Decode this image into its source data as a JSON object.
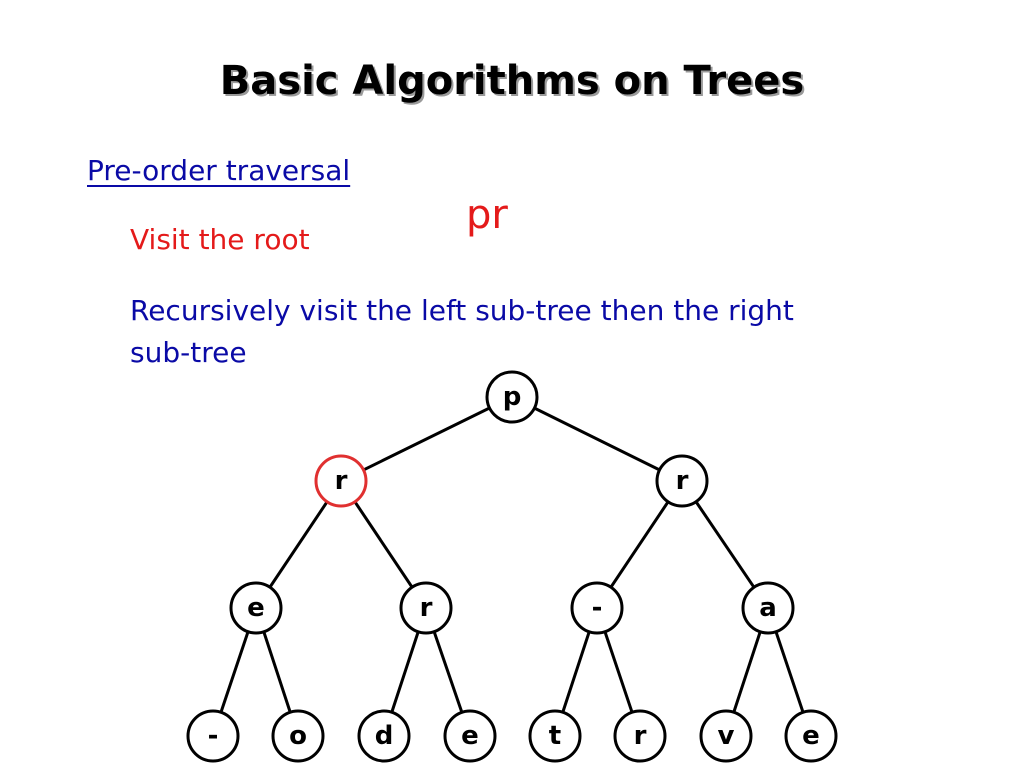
{
  "slide": {
    "title": "Basic Algorithms on Trees",
    "section_heading": "Pre-order traversal",
    "steps": [
      "Visit the root",
      "Recursively visit the left sub-tree then the right sub-tree"
    ],
    "traversal_output": "pr"
  },
  "tree": {
    "nodes": [
      {
        "id": "n0",
        "label": "p"
      },
      {
        "id": "n1",
        "label": "r",
        "highlighted": true
      },
      {
        "id": "n2",
        "label": "r"
      },
      {
        "id": "n3",
        "label": "e"
      },
      {
        "id": "n4",
        "label": "r"
      },
      {
        "id": "n5",
        "label": "-"
      },
      {
        "id": "n6",
        "label": "a"
      },
      {
        "id": "n7",
        "label": "-"
      },
      {
        "id": "n8",
        "label": "o"
      },
      {
        "id": "n9",
        "label": "d"
      },
      {
        "id": "n10",
        "label": "e"
      },
      {
        "id": "n11",
        "label": "t"
      },
      {
        "id": "n12",
        "label": "r"
      },
      {
        "id": "n13",
        "label": "v"
      },
      {
        "id": "n14",
        "label": "e"
      }
    ],
    "edges": [
      [
        "n0",
        "n1"
      ],
      [
        "n0",
        "n2"
      ],
      [
        "n1",
        "n3"
      ],
      [
        "n1",
        "n4"
      ],
      [
        "n2",
        "n5"
      ],
      [
        "n2",
        "n6"
      ],
      [
        "n3",
        "n7"
      ],
      [
        "n3",
        "n8"
      ],
      [
        "n4",
        "n9"
      ],
      [
        "n4",
        "n10"
      ],
      [
        "n5",
        "n11"
      ],
      [
        "n5",
        "n12"
      ],
      [
        "n6",
        "n13"
      ],
      [
        "n6",
        "n14"
      ]
    ],
    "colors": {
      "highlight": "#e03030",
      "text_blue": "#0a0aa6",
      "text_red": "#e41a1a"
    }
  }
}
